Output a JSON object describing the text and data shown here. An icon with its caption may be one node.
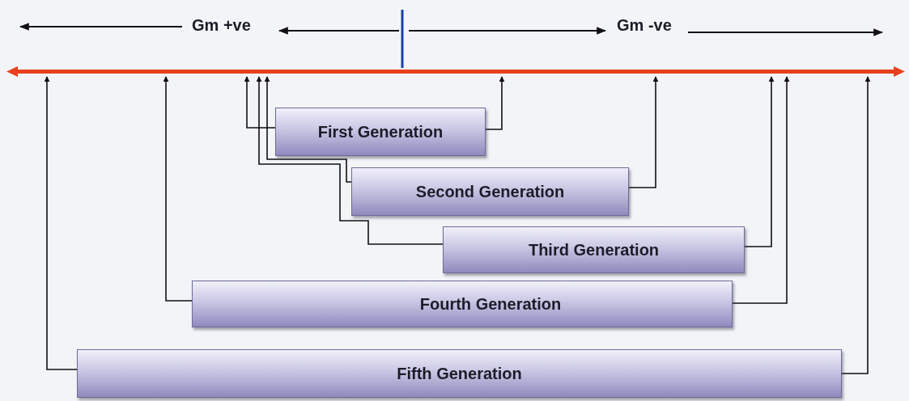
{
  "diagram": {
    "nodes": [
      {
        "text": [],
        "shape": "bar"
      },
      {
        "text": [
          "First Generation"
        ]
      },
      {
        "text": [
          "Second Generation"
        ]
      },
      {
        "text": [
          "Third Generation"
        ]
      },
      {
        "text": [
          "Fourth Generation"
        ]
      },
      {
        "text": [
          "Fifth Generation"
        ]
      }
    ],
    "edges": [
      {
        "from": 1,
        "to": 0,
        "arrow": "to"
      },
      {
        "from": 1,
        "to": 0,
        "arrow": "to"
      },
      {
        "from": 2,
        "to": 0,
        "arrow": "to"
      },
      {
        "from": 2,
        "to": 0,
        "arrow": "to"
      },
      {
        "from": 3,
        "to": 0,
        "arrow": "to"
      },
      {
        "from": 3,
        "to": 0,
        "arrow": "to"
      },
      {
        "from": 4,
        "to": 0,
        "arrow": "to"
      },
      {
        "from": 4,
        "to": 0,
        "arrow": "to"
      },
      {
        "from": 5,
        "to": 0,
        "arrow": "to"
      },
      {
        "from": 5,
        "to": 0,
        "arrow": "to"
      }
    ],
    "labels": [
      "Gm +ve",
      "Gm -ve"
    ]
  }
}
